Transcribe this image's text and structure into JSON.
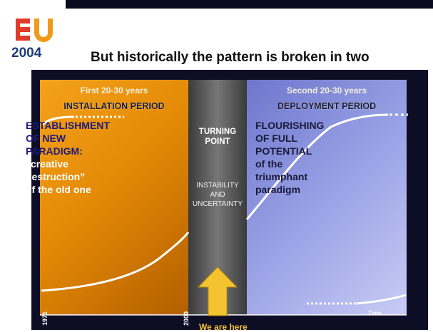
{
  "header": {
    "logo_text": "EU",
    "logo_year": "2004",
    "title": "But historically the pattern is broken in two"
  },
  "diagram": {
    "left": {
      "phase": "First 20-30 years",
      "period": "INSTALLATION PERIOD",
      "body": [
        "ESTABLISHMENT",
        "OF NEW",
        "PARADIGM:",
        "“creative",
        "destruction”",
        "of the old one"
      ]
    },
    "middle": {
      "title_lines": [
        "TURNING",
        "POINT"
      ],
      "subtitle_lines": [
        "INSTABILITY",
        "AND",
        "UNCERTAINTY"
      ]
    },
    "right": {
      "phase": "Second 20-30 years",
      "period": "DEPLOYMENT PERIOD",
      "body": [
        "FLOURISHING",
        "OF FULL",
        "POTENTIAL",
        "of the",
        "triumphant",
        "paradigm"
      ]
    },
    "axis": {
      "start_year": "1971",
      "mid_year": "2000",
      "x_label": "Time"
    },
    "marker": {
      "label": "We are here"
    },
    "colors": {
      "installation": "#e48a06",
      "turning": "#666666",
      "deployment": "#9aa2e6",
      "arrow": "#f4c430"
    }
  }
}
